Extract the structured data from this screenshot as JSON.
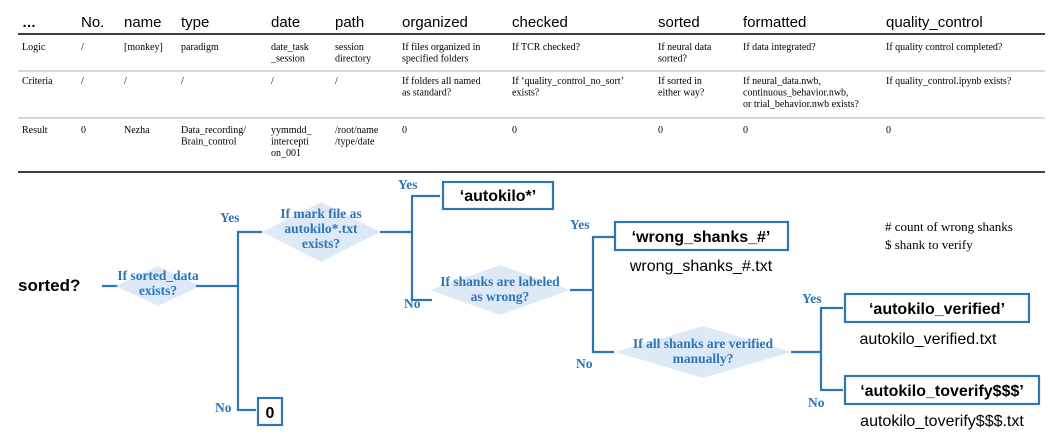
{
  "table": {
    "headers": [
      "…",
      "No.",
      "name",
      "type",
      "date",
      "path",
      "organized",
      "checked",
      "sorted",
      "formatted",
      "quality_control"
    ],
    "rows": [
      {
        "label": "Logic",
        "cells": [
          [
            "/"
          ],
          [
            "[monkey]"
          ],
          [
            "paradigm"
          ],
          [
            "date_task",
            "_session"
          ],
          [
            "session",
            "directory"
          ],
          [
            "If files organized in",
            "specified folders"
          ],
          [
            "If TCR checked?"
          ],
          [
            "If neural data",
            "sorted?"
          ],
          [
            "If data integrated?"
          ],
          [
            "If quality control completed?"
          ]
        ]
      },
      {
        "label": "Criteria",
        "cells": [
          [
            "/"
          ],
          [
            "/"
          ],
          [
            "/"
          ],
          [
            "/"
          ],
          [
            "/"
          ],
          [
            "If folders all named",
            "as standard?"
          ],
          [
            "If ‘quality_control_no_sort’",
            "exists?"
          ],
          [
            "If sorted in",
            "either way?"
          ],
          [
            "If neural_data.nwb,",
            "continuous_behavior.nwb,",
            "or trial_behavior.nwb exists?"
          ],
          [
            "If quality_control.ipynb exists?"
          ]
        ]
      },
      {
        "label": "Result",
        "cells": [
          [
            "0"
          ],
          [
            "Nezha"
          ],
          [
            "Data_recording/",
            "Brain_control"
          ],
          [
            "yymmdd_",
            "intercepti",
            "on_001"
          ],
          [
            "/root/name",
            "/type/date"
          ],
          [
            "0"
          ],
          [
            "0"
          ],
          [
            "0"
          ],
          [
            "0"
          ],
          [
            "0"
          ]
        ]
      }
    ]
  },
  "flow": {
    "start_label": "sorted?",
    "decisions": [
      [
        "If sorted_data",
        "exists?"
      ],
      [
        "If mark file as",
        "autokilo*.txt",
        "exists?"
      ],
      [
        "If shanks are labeled",
        "as wrong?"
      ],
      [
        "If all shanks are verified",
        "manually?"
      ]
    ],
    "outputs": [
      {
        "label": "0",
        "caption": ""
      },
      {
        "label": "‘autokilo*’",
        "caption": ""
      },
      {
        "label": "‘wrong_shanks_#’",
        "caption": "wrong_shanks_#.txt"
      },
      {
        "label": "‘autokilo_verified’",
        "caption": "autokilo_verified.txt"
      },
      {
        "label": "‘autokilo_toverify$$$’",
        "caption": "autokilo_toverify$$$.txt"
      }
    ],
    "yes_label": "Yes",
    "no_label": "No",
    "legend": [
      "# count of wrong shanks",
      "$ shank to verify"
    ]
  },
  "colors": {
    "line": "#2e75b6",
    "diamond": "#dde9f7",
    "decision_text": "#2e75b6",
    "box_border": "#2e75b6",
    "text": "#000000",
    "table_rule": "#000000"
  }
}
